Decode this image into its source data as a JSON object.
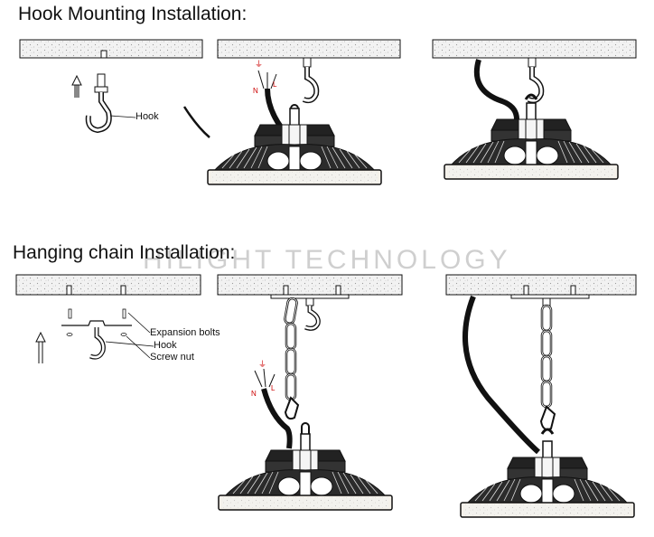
{
  "titles": {
    "hook": "Hook Mounting Installation:",
    "chain": "Hanging chain Installation:"
  },
  "watermark": "HILIGHT TECHNOLOGY",
  "labels": {
    "hook": "Hook",
    "expansion_bolts": "Expansion bolts",
    "hook2": "Hook",
    "screw_nut": "Screw nut"
  },
  "wires": {
    "n": "N",
    "l": "L",
    "ground": "⏚"
  }
}
